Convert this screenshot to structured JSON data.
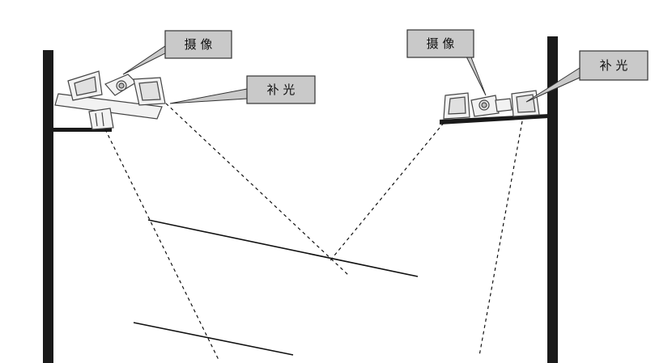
{
  "callouts": {
    "left_camera": "摄 像",
    "left_light": "补 光",
    "right_camera": "摄 像",
    "right_light": "补 光"
  },
  "colors": {
    "pole": "#1a1a1a",
    "line": "#111111",
    "callout_fill": "#c9c9c9",
    "callout_stroke": "#333333",
    "device_fill": "#f2f2f2",
    "device_stroke": "#444444"
  },
  "icons": [
    "pole",
    "bracket",
    "camera-icon",
    "floodlight-icon",
    "view-ray",
    "lane-line"
  ]
}
